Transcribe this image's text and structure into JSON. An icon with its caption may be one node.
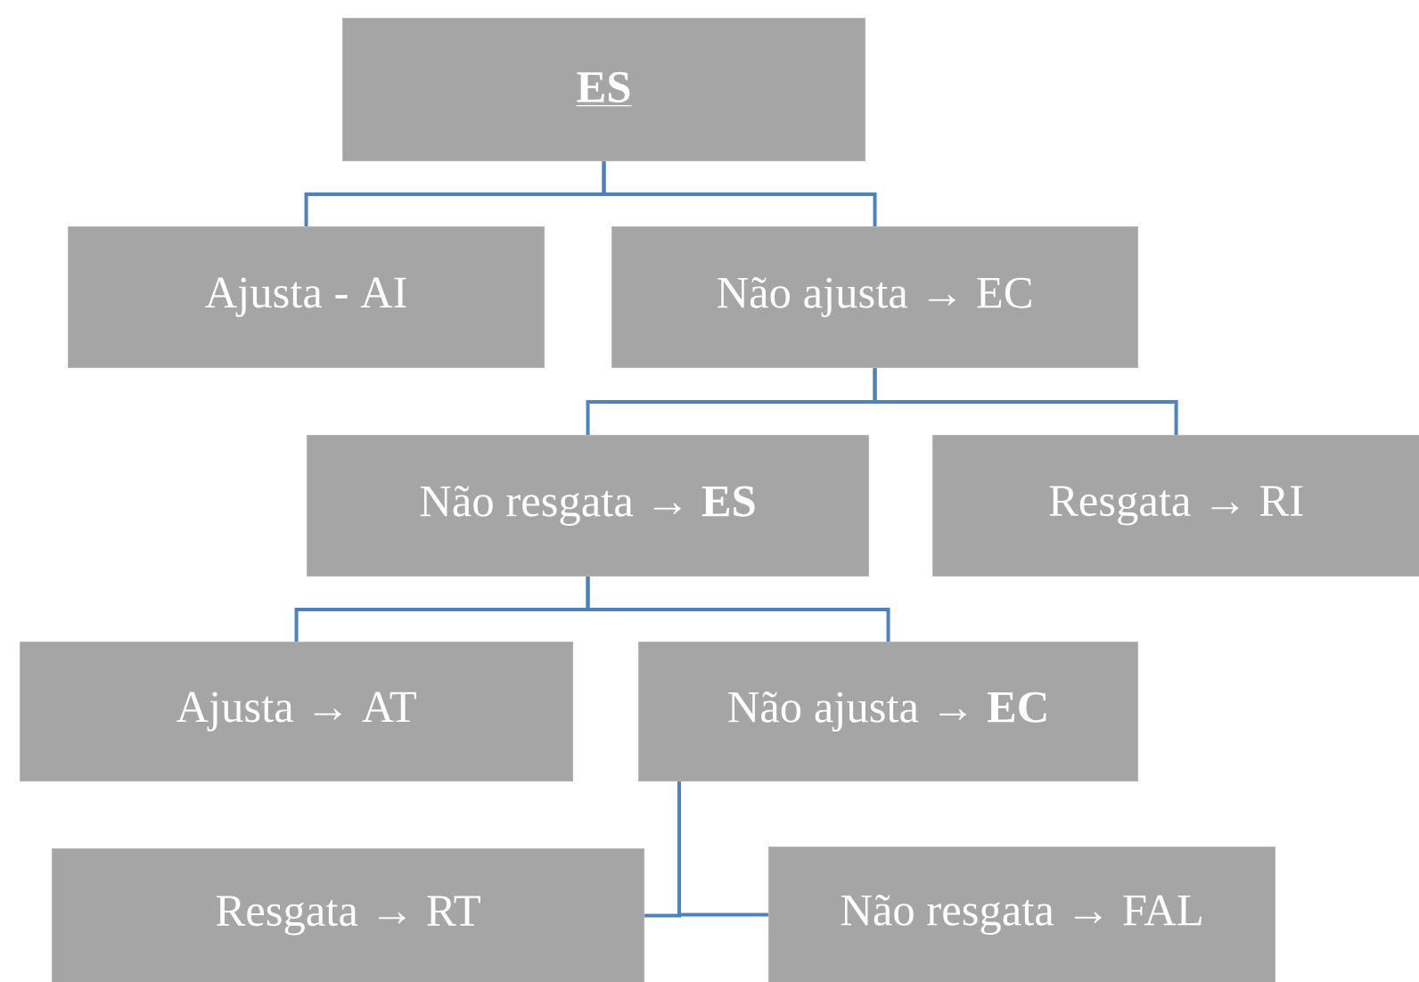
{
  "diagram": {
    "nodes": [
      {
        "text": [
          "ES"
        ]
      },
      {
        "text": [
          "Ajusta - AI"
        ]
      },
      {
        "text": [
          "Não ajusta → EC"
        ]
      },
      {
        "text": [
          "Não resgata → **ES**"
        ]
      },
      {
        "text": [
          "Resgata → RI"
        ]
      },
      {
        "text": [
          "Ajusta → AT"
        ]
      },
      {
        "text": [
          "Não ajusta → **EC**"
        ]
      },
      {
        "text": [
          "Resgata → RT"
        ]
      },
      {
        "text": [
          "Não resgata → FAL"
        ]
      }
    ],
    "edges": [
      {
        "from": 0,
        "to": 1,
        "arrow": "none"
      },
      {
        "from": 0,
        "to": 2,
        "arrow": "none"
      },
      {
        "from": 2,
        "to": 3,
        "arrow": "none"
      },
      {
        "from": 2,
        "to": 4,
        "arrow": "none"
      },
      {
        "from": 3,
        "to": 5,
        "arrow": "none"
      },
      {
        "from": 3,
        "to": 6,
        "arrow": "none"
      },
      {
        "from": 6,
        "to": 7,
        "arrow": "none"
      },
      {
        "from": 6,
        "to": 8,
        "arrow": "none"
      }
    ]
  }
}
